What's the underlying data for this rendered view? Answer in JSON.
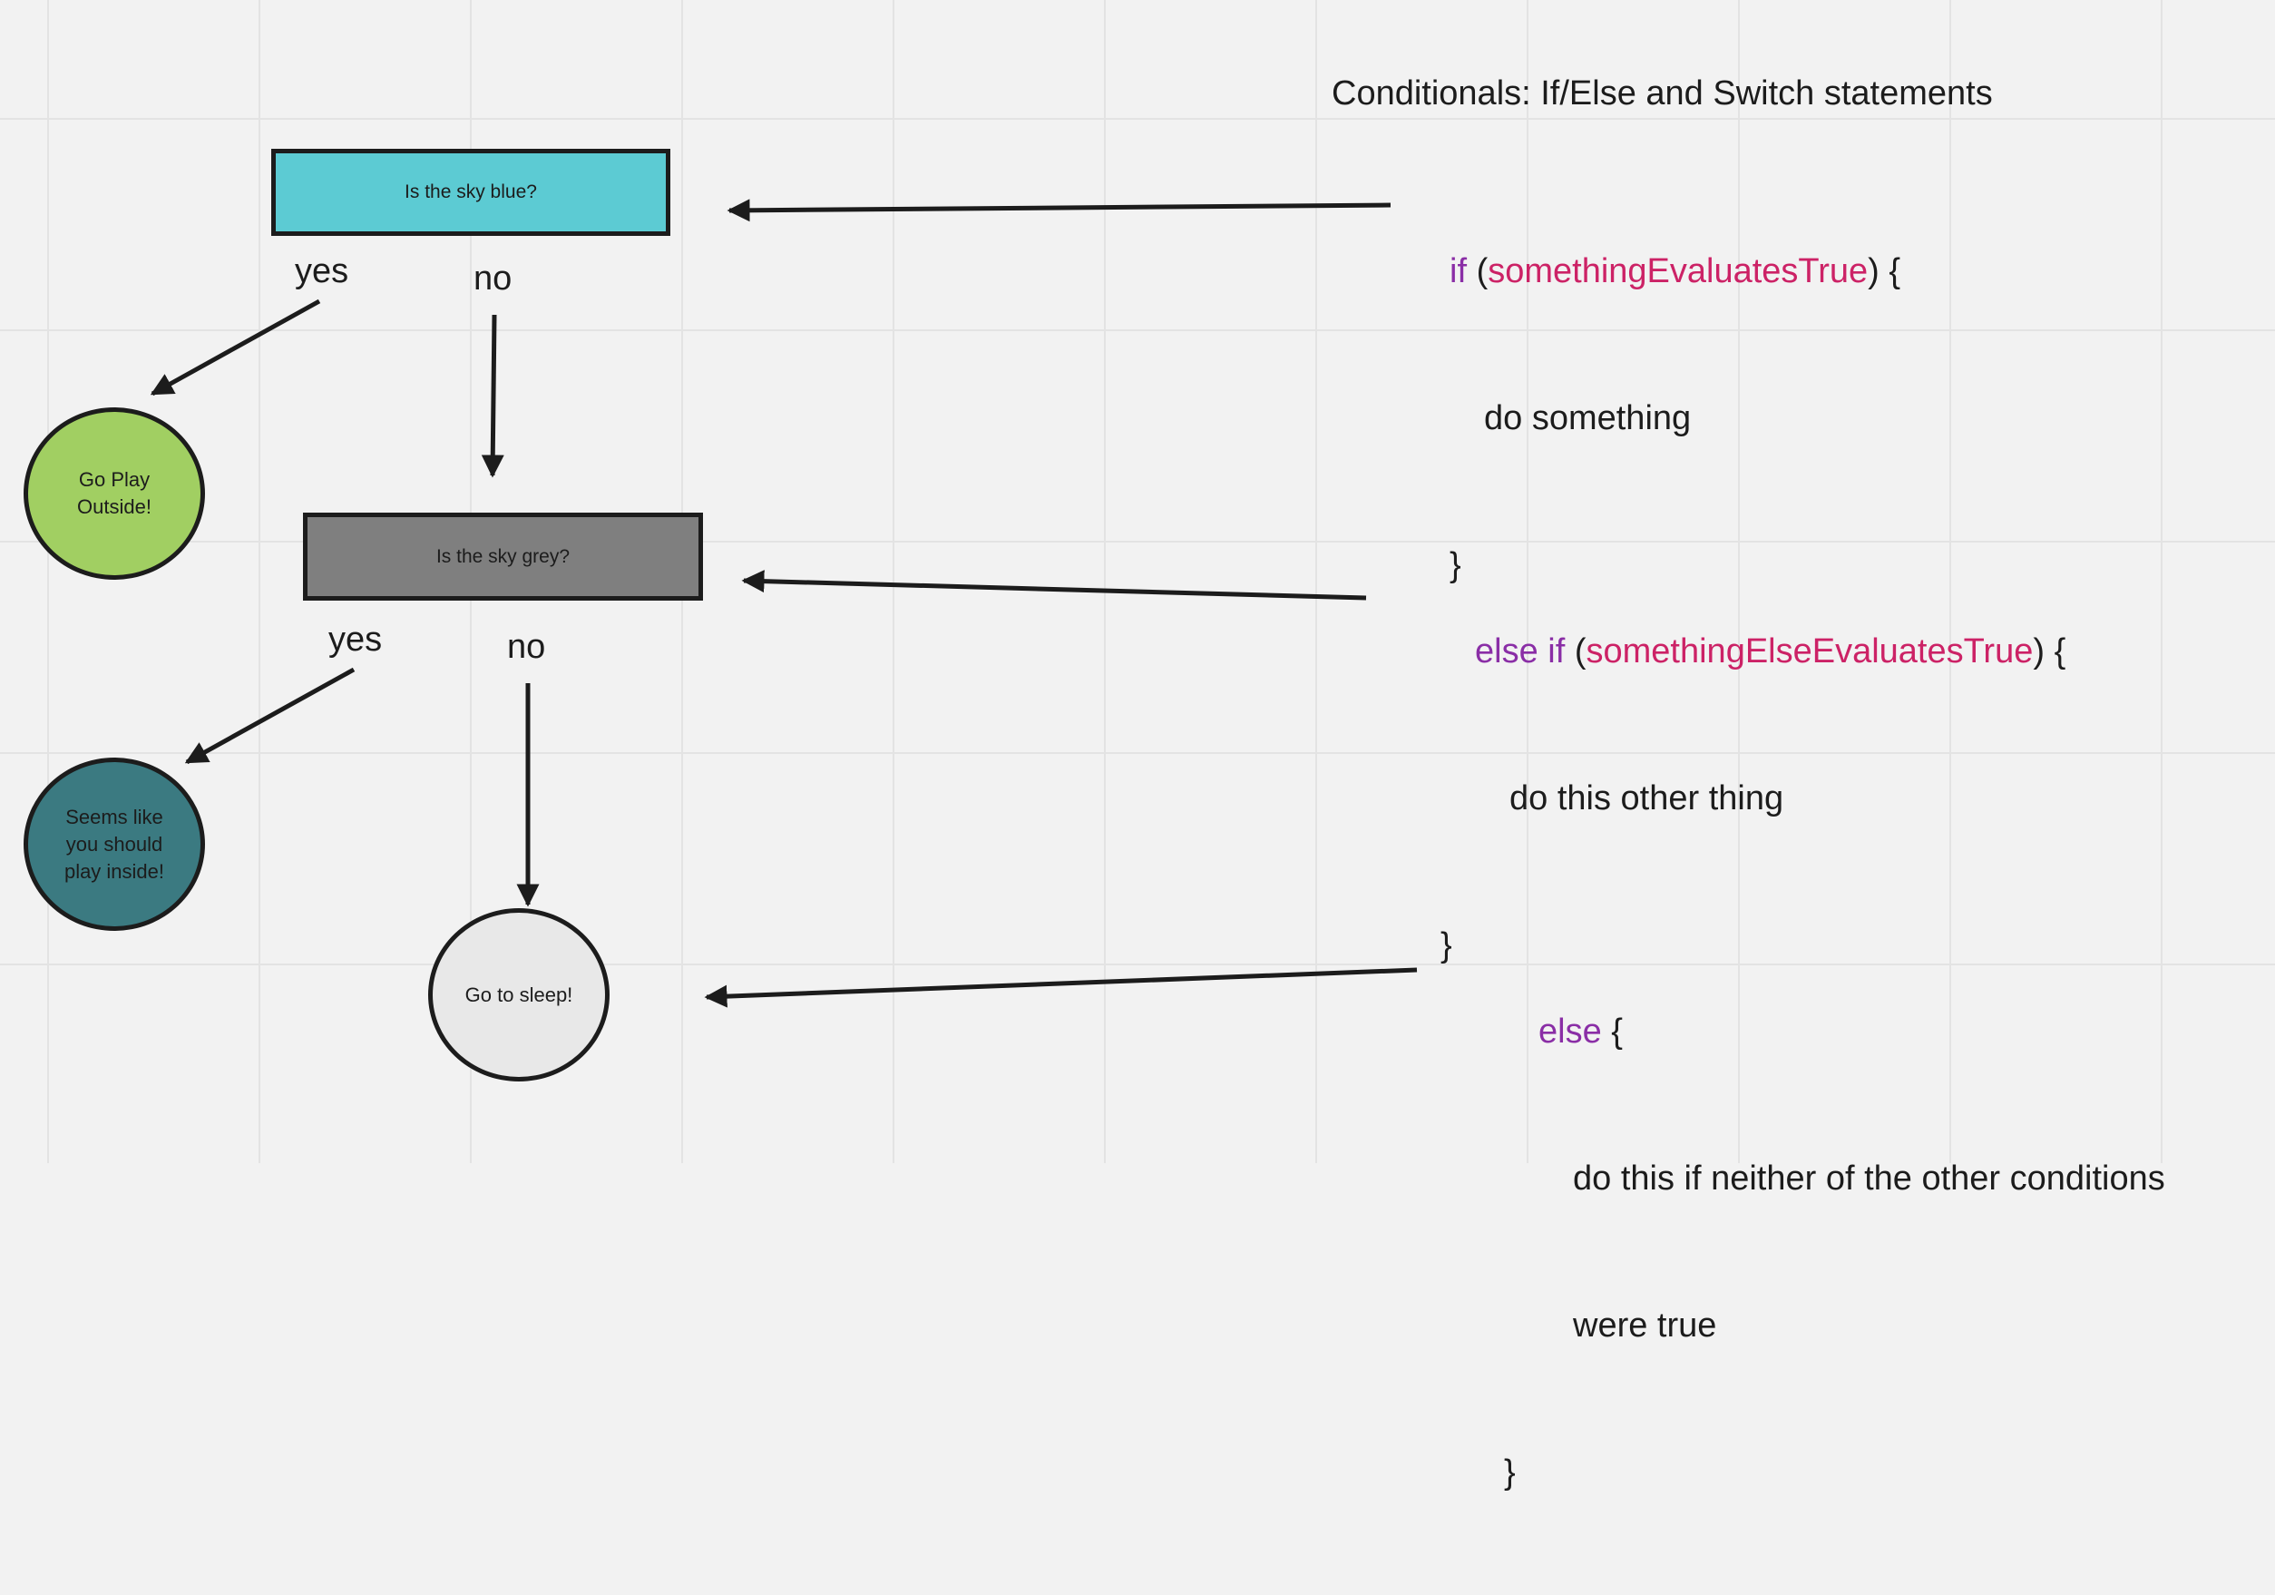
{
  "title": "Conditionals: If/Else and Switch statements",
  "colors": {
    "background": "#f2f2f2",
    "grid": "#e3e3e3",
    "stroke": "#1c1c1c",
    "keyword": "#8a2ea6",
    "condition": "#cc2266",
    "blue_box": "#5ccbd3",
    "grey_box": "#7f7f7f",
    "green_circle": "#a1cf62",
    "teal_circle": "#3b7a81",
    "light_circle": "#e8e8e8"
  },
  "flowchart": {
    "q1": "Is the sky blue?",
    "q1_yes": "yes",
    "q1_no": "no",
    "outcome_play_outside": "Go Play Outside!",
    "q2": "Is the sky grey?",
    "q2_yes": "yes",
    "q2_no": "no",
    "outcome_play_inside": "Seems like you should play inside!",
    "outcome_sleep": "Go to sleep!"
  },
  "code": {
    "if_block": {
      "keyword": "if",
      "open_paren": "(",
      "condition": "somethingEvaluatesTrue",
      "close": ") {",
      "body": "do something",
      "end": "}"
    },
    "else_if_block": {
      "keyword": "else if",
      "open_paren": "(",
      "condition": "somethingElseEvaluatesTrue",
      "close": ") {",
      "body": "do this other thing",
      "end": "}"
    },
    "else_block": {
      "keyword": "else",
      "close": " {",
      "body_line1": "do this if neither of the other conditions",
      "body_line2": "were true",
      "end": "}"
    }
  }
}
